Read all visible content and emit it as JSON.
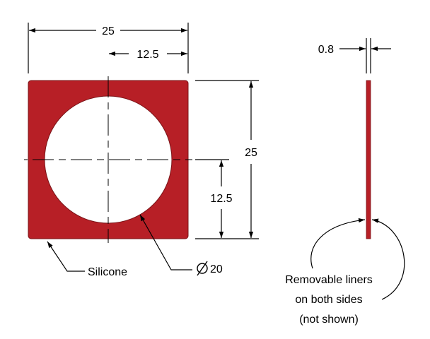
{
  "colors": {
    "part_fill": "#B71F26",
    "part_stroke": "#7a1418",
    "hole_fill": "#ffffff",
    "line": "#000000"
  },
  "front_view": {
    "width_overall": "25",
    "width_half": "12.5",
    "height_overall": "25",
    "height_half": "12.5",
    "hole_diameter_symbol": "⌀",
    "hole_diameter": "20",
    "material_label": "Silicone"
  },
  "side_view": {
    "thickness": "0.8",
    "note_lines": [
      "Removable liners",
      "on both sides",
      "(not shown)"
    ]
  }
}
